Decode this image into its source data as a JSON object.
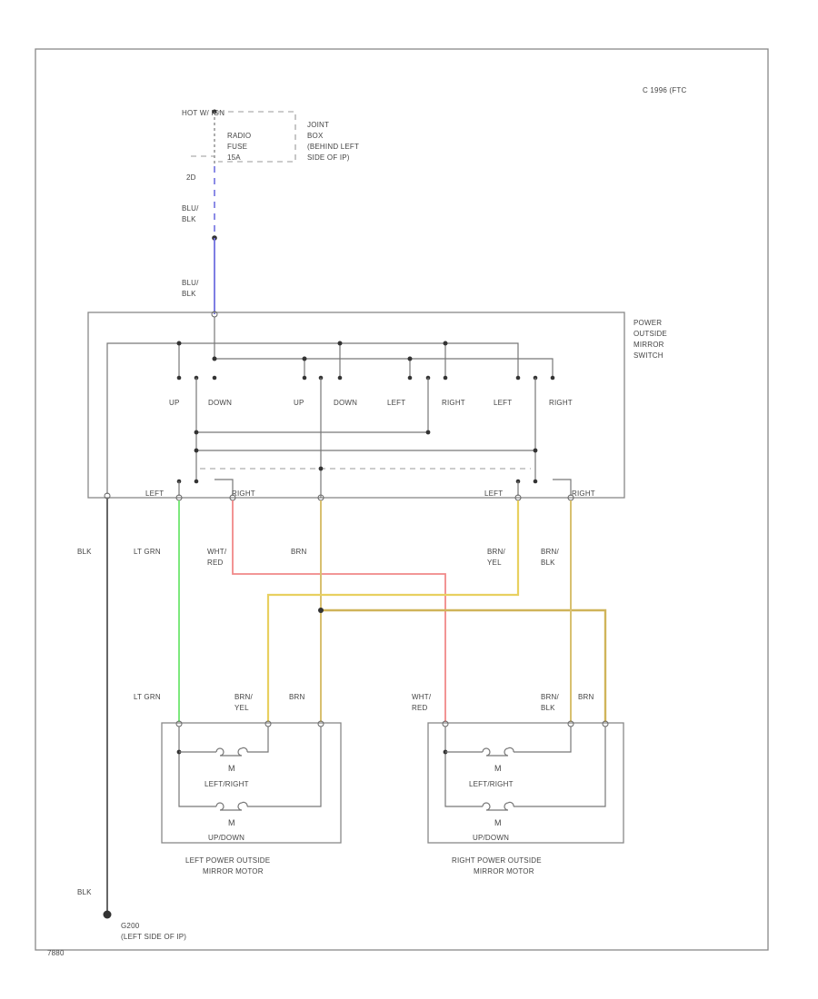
{
  "diagram_id": "C 1996 (FTC",
  "corner_code": "7880",
  "fuse": {
    "hot_label": "HOT W/ IGN",
    "fuse_label": [
      "RADIO",
      "FUSE",
      "15A"
    ],
    "box_label": [
      "JOINT",
      "BOX",
      "(BEHIND LEFT",
      "SIDE OF IP)"
    ],
    "terminal": "2D"
  },
  "wires": {
    "feed_top": [
      "BLU/",
      "BLK"
    ],
    "feed_bottom": [
      "BLU/",
      "BLK"
    ],
    "ground": "BLK",
    "ground_lower": "BLK",
    "lt_grn_top": "LT GRN",
    "lt_grn_bottom": "LT GRN",
    "wht_red_top": [
      "WHT/",
      "RED"
    ],
    "wht_red_bottom": [
      "WHT/",
      "RED"
    ],
    "brn_top": "BRN",
    "brn_bottom": "BRN",
    "brn_yel_top": [
      "BRN/",
      "YEL"
    ],
    "brn_yel_bottom": [
      "BRN/",
      "YEL"
    ],
    "brn_blk_top": [
      "BRN/",
      "BLK"
    ],
    "brn_blk_bottom": [
      "BRN/",
      "BLK"
    ],
    "brn_right_bottom": "BRN"
  },
  "switch": {
    "title": [
      "POWER",
      "OUTSIDE",
      "MIRROR",
      "SWITCH"
    ],
    "positions": [
      "UP",
      "DOWN",
      "UP",
      "DOWN",
      "LEFT",
      "RIGHT",
      "LEFT",
      "RIGHT"
    ],
    "bottom_terms": [
      "LEFT",
      "RIGHT",
      "LEFT",
      "RIGHT"
    ]
  },
  "left_motor": {
    "motor_symbol": "M",
    "label_leftright": "LEFT/RIGHT",
    "label_updown": "UP/DOWN",
    "title": [
      "LEFT POWER OUTSIDE",
      "MIRROR MOTOR"
    ]
  },
  "right_motor": {
    "motor_symbol": "M",
    "label_leftright": "LEFT/RIGHT",
    "label_updown": "UP/DOWN",
    "title": [
      "RIGHT POWER OUTSIDE",
      "MIRROR MOTOR"
    ]
  },
  "ground_point": {
    "id": "G200",
    "location": "(LEFT SIDE OF IP)"
  },
  "colors": {
    "blu_blk": "#6f6fe0",
    "lt_grn": "#7ee87e",
    "wht_red": "#f08888",
    "brn": "#d8c070",
    "brn_yel": "#e8d060",
    "brn_blk": "#d0b45a"
  }
}
